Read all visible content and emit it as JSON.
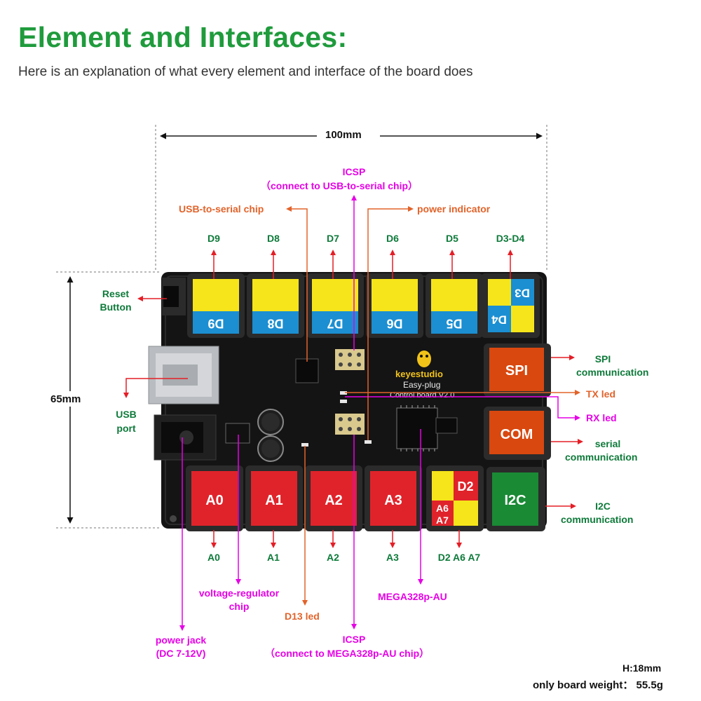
{
  "header": {
    "title": "Element and Interfaces:",
    "subtitle": "Here is an explanation of what every element and interface of the board does"
  },
  "dimensions": {
    "width": "100mm",
    "height": "65mm",
    "thickness": "H:18mm",
    "weight": "only board weight： 55.5g"
  },
  "board": {
    "top_ports": [
      "D9",
      "D8",
      "D7",
      "D6",
      "D5"
    ],
    "d3d4_top": "D3",
    "d3d4_bottom": "D4",
    "bottom_ports": [
      "A0",
      "A1",
      "A2",
      "A3"
    ],
    "d2_main": "D2",
    "d2_a6": "A6",
    "d2_a7": "A7",
    "spi": "SPI",
    "com": "COM",
    "i2c": "I2C",
    "logo": "keyestudio",
    "board_name_1": "Easy-plug",
    "board_name_2": "Control board V2.0"
  },
  "labels": {
    "icsp_top_1": "ICSP",
    "icsp_top_2": "（connect to USB-to-serial chip）",
    "usb_serial": "USB-to-serial chip",
    "power_indicator": "power indicator",
    "top_ports": [
      "D9",
      "D8",
      "D7",
      "D6",
      "D5",
      "D3-D4"
    ],
    "reset_1": "Reset",
    "reset_2": "Button",
    "usb_1": "USB",
    "usb_2": "port",
    "spi_1": "SPI",
    "spi_2": "communication",
    "tx": "TX led",
    "rx": "RX led",
    "serial_1": "serial",
    "serial_2": "communication",
    "i2c_1": "I2C",
    "i2c_2": "communication",
    "bottom_ports": [
      "A0",
      "A1",
      "A2",
      "A3",
      "D2 A6 A7"
    ],
    "regulator_1": "voltage-regulator",
    "regulator_2": "chip",
    "mega": "MEGA328p-AU",
    "d13": "D13 led",
    "power_jack_1": "power jack",
    "power_jack_2": "(DC 7-12V)",
    "icsp_bottom_1": "ICSP",
    "icsp_bottom_2": "（connect  to MEGA328p-AU chip）"
  },
  "colors": {
    "title_green": "#1f9b3c",
    "label_green": "#0e7a3a",
    "magenta": "#e600e6",
    "orange": "#e2632a",
    "arrow_red": "#e41e26",
    "port_yellow": "#f7e51b",
    "port_blue": "#1b8fd2",
    "port_red": "#e0232a",
    "port_orange": "#d9480f",
    "port_green": "#1a8a35"
  }
}
